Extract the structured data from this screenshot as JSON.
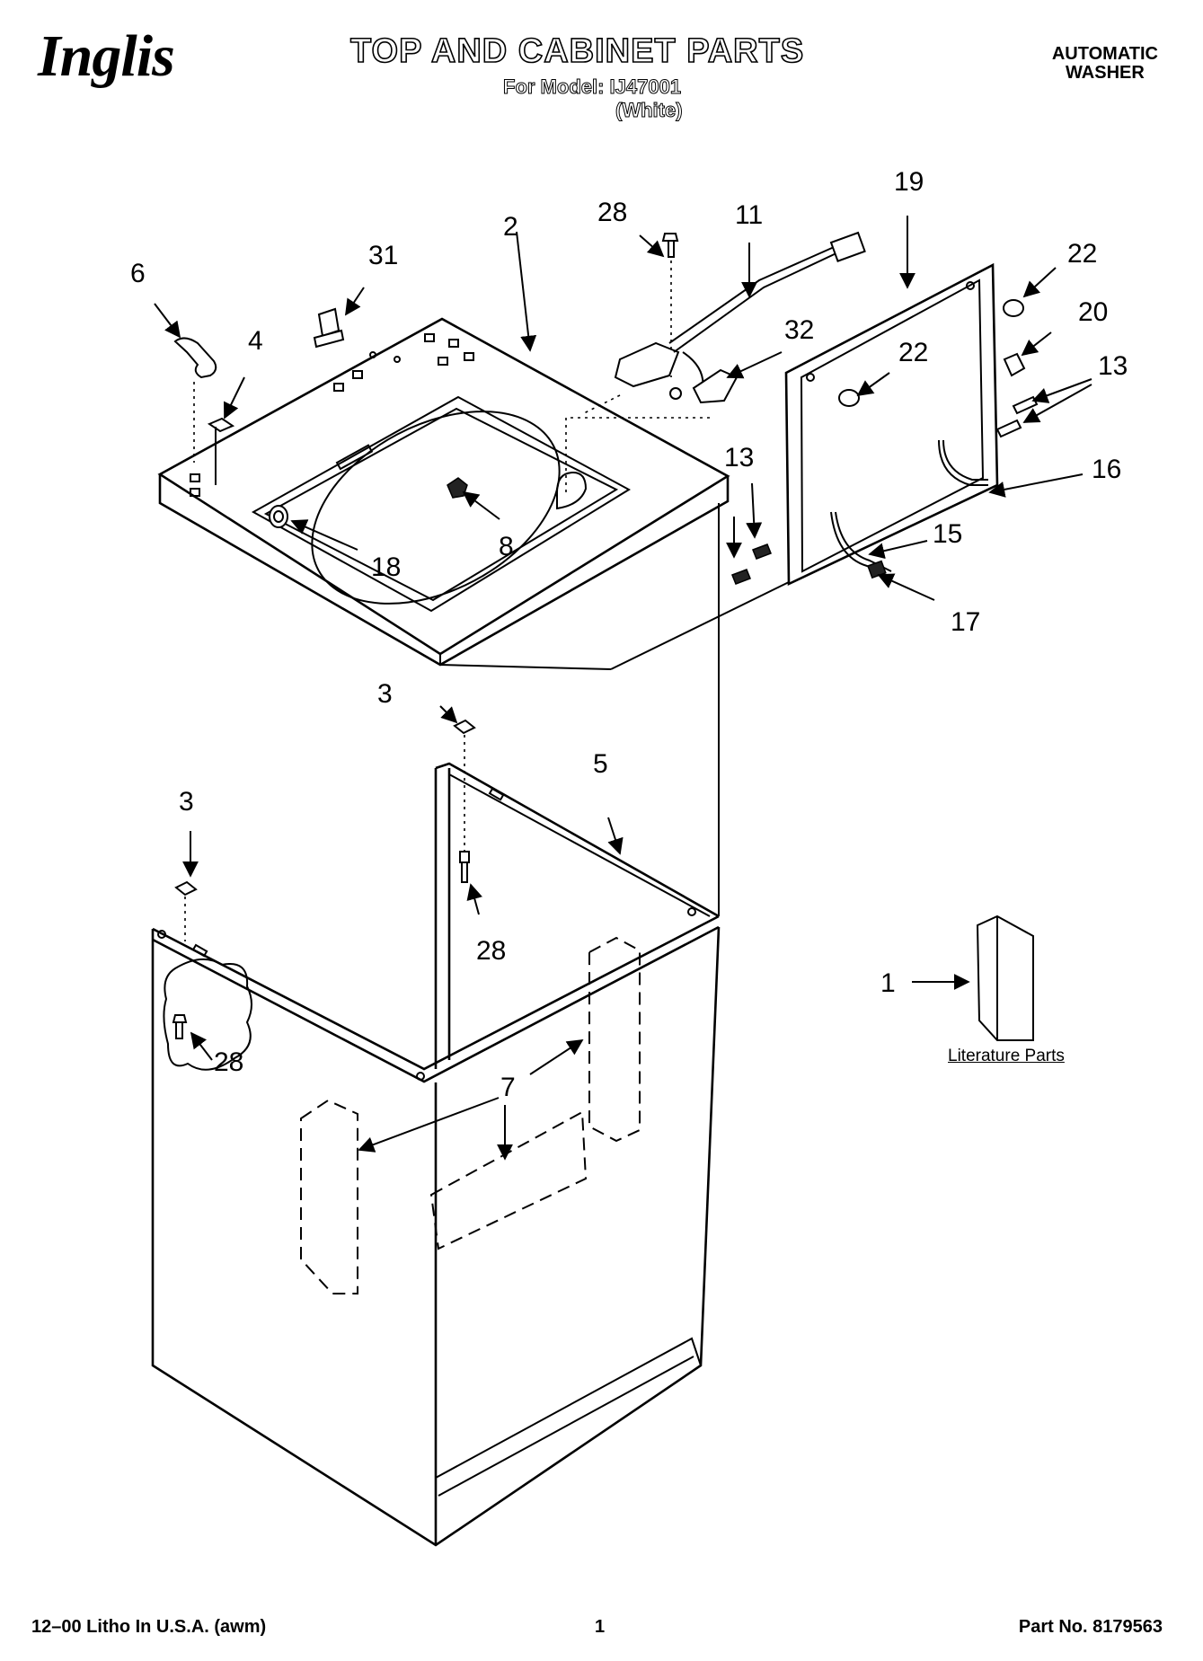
{
  "header": {
    "brand": "Inglis",
    "title": "TOP AND CABINET PARTS",
    "model_line": "For Model: IJ47001",
    "model_variant": "(White)",
    "appliance_line1": "AUTOMATIC",
    "appliance_line2": "WASHER"
  },
  "callouts": {
    "c2": "2",
    "c31": "31",
    "c6": "6",
    "c4": "4",
    "c28a": "28",
    "c11": "11",
    "c32": "32",
    "c19": "19",
    "c22a": "22",
    "c20": "20",
    "c22b": "22",
    "c13a": "13",
    "c16": "16",
    "c13b": "13",
    "c15": "15",
    "c17": "17",
    "c8": "8",
    "c18": "18",
    "c3a": "3",
    "c5": "5",
    "c3b": "3",
    "c28b": "28",
    "c28c": "28",
    "c7": "7",
    "c1": "1"
  },
  "literature_label": "Literature Parts",
  "footer": {
    "left": "12–00 Litho In U.S.A. (awm)",
    "page": "1",
    "part_no": "Part No. 8179563"
  }
}
